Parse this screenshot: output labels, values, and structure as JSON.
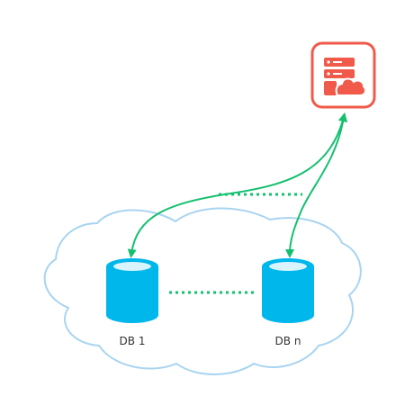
{
  "diagram": {
    "nodes": [
      {
        "id": "db1",
        "label": "DB 1"
      },
      {
        "id": "dbn",
        "label": "DB n"
      }
    ],
    "server": {
      "icon": "server-cloud-icon"
    },
    "edges": [
      {
        "from": "server",
        "to": "db1",
        "style": "bidirectional-arrow"
      },
      {
        "from": "server",
        "to": "dbn",
        "style": "bidirectional-arrow"
      }
    ],
    "ellipses": [
      "dotted-between-arrows",
      "dotted-between-databases"
    ]
  },
  "colors": {
    "cloud_stroke": "#a8d4f0",
    "server_red": "#f05a4a",
    "db_blue": "#00b7ec",
    "db_top_light": "#d9f4fd",
    "arrow_green": "#13c06e",
    "label_text": "#333333"
  }
}
